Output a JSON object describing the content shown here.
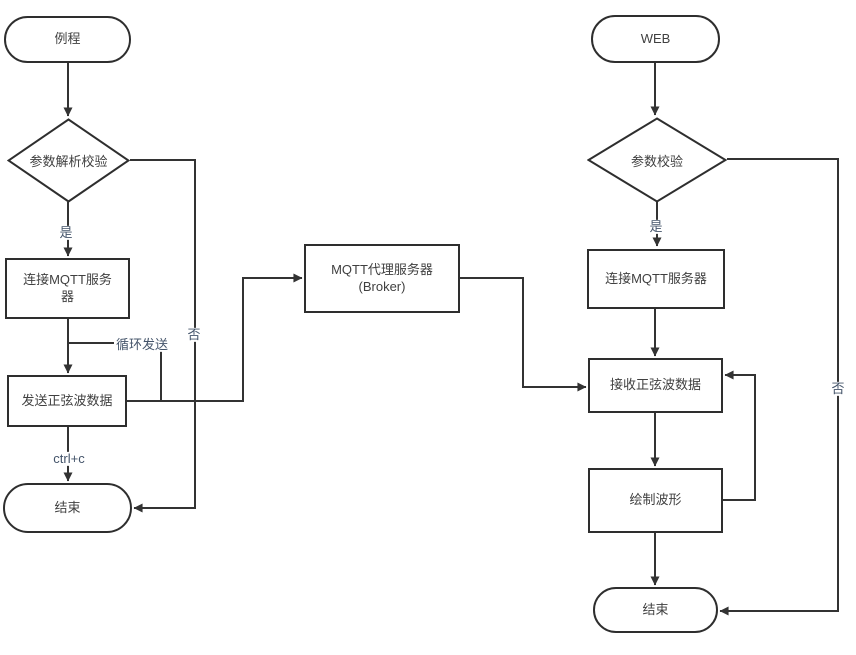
{
  "diagram_title": "MQTT sine-wave publish/subscribe flowchart",
  "nodes": {
    "left_start": "例程",
    "left_decision": "参数解析校验",
    "left_connect": "连接MQTT服务器",
    "left_send": "发送正弦波数据",
    "left_end": "结束",
    "broker_line1": "MQTT代理服务器",
    "broker_line2": "(Broker)",
    "right_start": "WEB",
    "right_decision": "参数校验",
    "right_connect": "连接MQTT服务器",
    "right_receive": "接收正弦波数据",
    "right_draw": "绘制波形",
    "right_end": "结束"
  },
  "edge_labels": {
    "left_yes": "是",
    "left_no": "否",
    "loop_send": "循环发送",
    "ctrl_c": "ctrl+c",
    "right_yes": "是",
    "right_no": "否"
  },
  "colors": {
    "line": "#333333",
    "node_border": "#2e2e2e",
    "node_fill": "#ffffff",
    "node_text": "#404040",
    "edge_label_text": "#44546a",
    "background": "#ffffff"
  }
}
